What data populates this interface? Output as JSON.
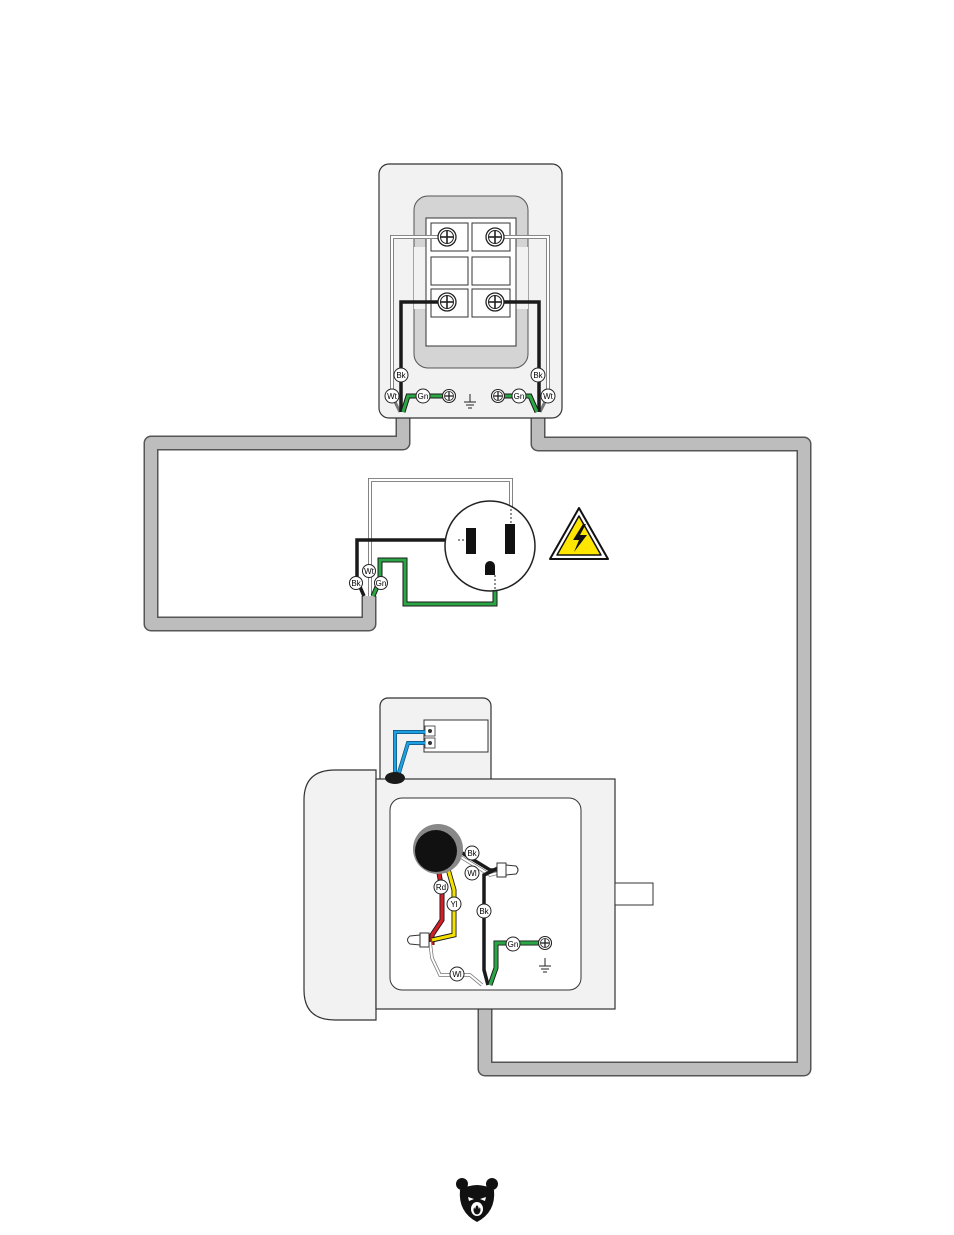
{
  "wire_labels": {
    "black": "Bk",
    "white": "Wt",
    "white_alt": "Wl",
    "green": "Gn",
    "red": "Rd",
    "yellow": "Yl"
  },
  "colors": {
    "black_wire": "#1a1a1a",
    "white_wire": "#ffffff",
    "green_wire": "#2aa744",
    "red_wire": "#d41f26",
    "yellow_wire": "#f5e100",
    "blue_wire": "#1ea0e0",
    "power_cord": "#bdbdbd",
    "panel_fill": "#f0f0f0",
    "panel_inner": "#d6d6d6",
    "warning_yellow": "#ffe600"
  },
  "icons": [
    "ground-symbol",
    "terminal-screw",
    "warning-electrical-icon",
    "bear-logo-icon",
    "wire-nut",
    "receptacle-nema-5-15"
  ]
}
